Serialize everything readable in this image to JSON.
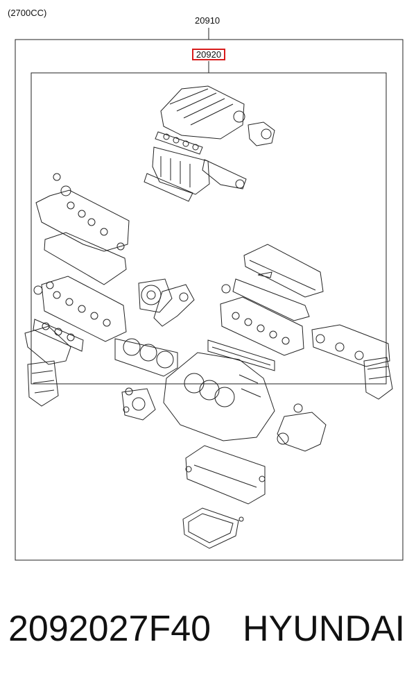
{
  "engine_note": "(2700CC)",
  "callouts": {
    "outer_kit": "20910",
    "inner_kit": "20920",
    "highlight_color": "#d81b1b"
  },
  "footer": {
    "part_number": "2092027F40",
    "brand": "HYUNDAI"
  }
}
